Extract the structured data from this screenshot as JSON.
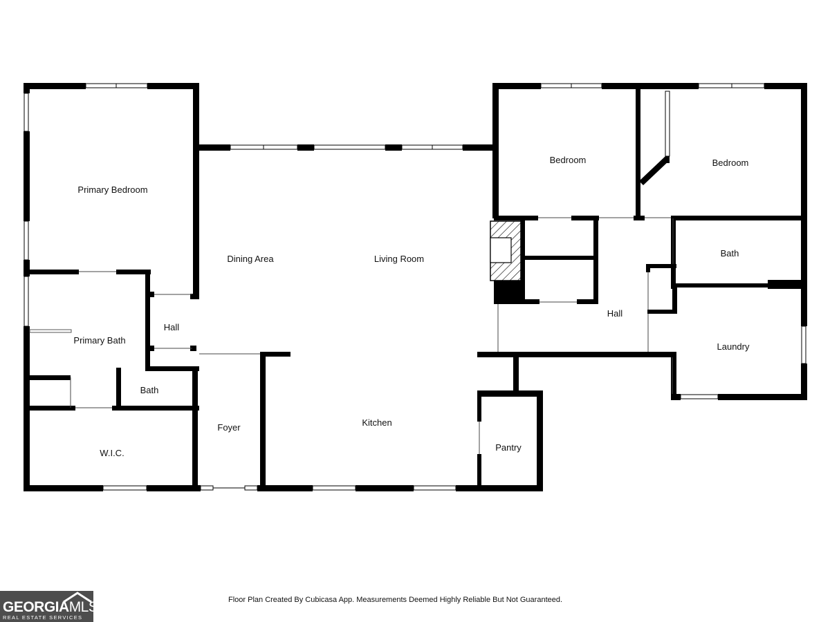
{
  "rooms": {
    "primary_bedroom": "Primary Bedroom",
    "dining_area": "Dining Area",
    "living_room": "Living Room",
    "bedroom_1": "Bedroom",
    "bedroom_2": "Bedroom",
    "primary_bath": "Primary Bath",
    "hall_left": "Hall",
    "hall_right": "Hall",
    "bath_small": "Bath",
    "bath_right": "Bath",
    "laundry": "Laundry",
    "foyer": "Foyer",
    "kitchen": "Kitchen",
    "pantry": "Pantry",
    "wic": "W.I.C."
  },
  "footer": {
    "credit": "Floor Plan Created By Cubicasa App. Measurements Deemed Highly Reliable But Not Guaranteed."
  },
  "logo": {
    "brand_bold": "GEORGIA",
    "brand_light": "MLS",
    "tagline": "REAL ESTATE SERVICES"
  },
  "colors": {
    "wall": "#000000",
    "background": "#ffffff",
    "logo_background": "#4d4d4d"
  }
}
